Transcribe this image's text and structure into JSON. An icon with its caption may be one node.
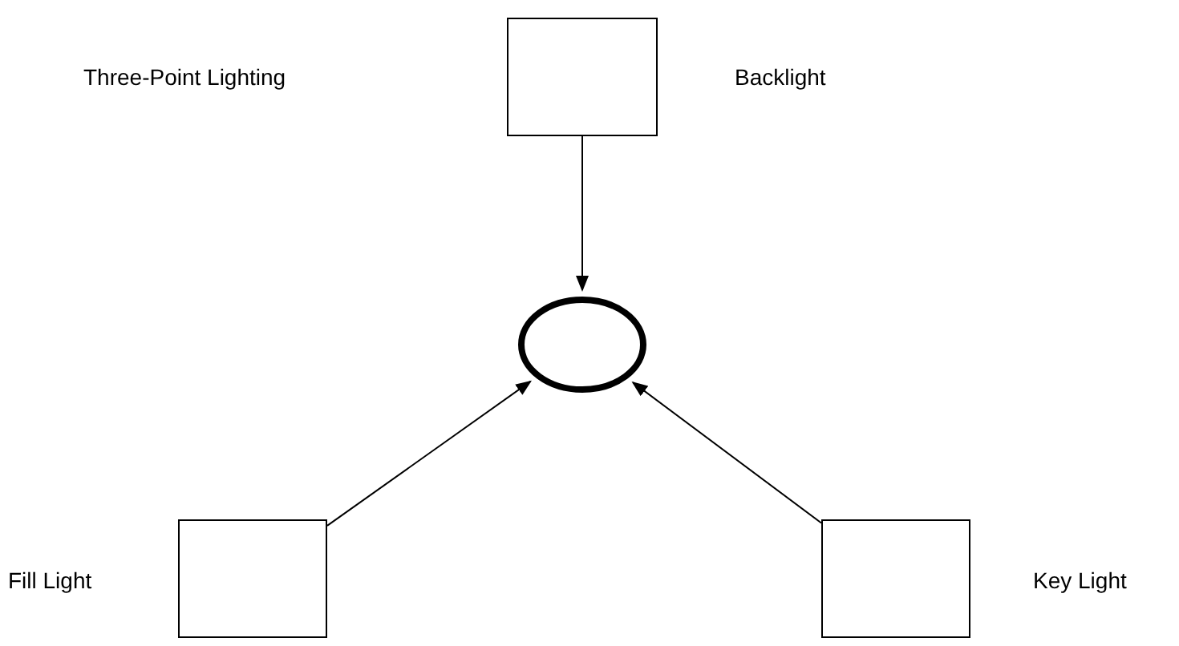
{
  "diagram": {
    "title": "Three-Point Lighting",
    "nodes": [
      {
        "text": [],
        "shape": "box",
        "beside": [
          "Backlight"
        ]
      },
      {
        "text": [],
        "shape": "circle"
      },
      {
        "text": [],
        "shape": "box",
        "beside": [
          "Fill Light"
        ]
      },
      {
        "text": [],
        "shape": "box",
        "beside": [
          "Key Light"
        ]
      }
    ],
    "edges": [
      {
        "from": 0,
        "to": 1,
        "arrow": "to"
      },
      {
        "from": 2,
        "to": 1,
        "arrow": "to"
      },
      {
        "from": 3,
        "to": 1,
        "arrow": "to"
      }
    ]
  }
}
